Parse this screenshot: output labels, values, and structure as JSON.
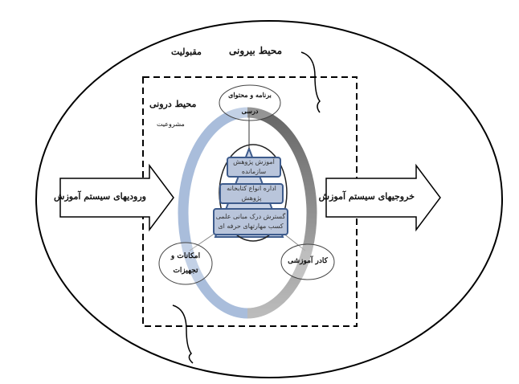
{
  "outer": {
    "title": "محیط بیرونی",
    "acceptance": "مقبولیت"
  },
  "inner": {
    "title": "محیط درونی",
    "legitimacy": "مشروعیت"
  },
  "nodes": {
    "curriculum": "برنامه و محتوای درسی",
    "facilities": "امکانات و تجهیزات",
    "staff": "کادر آموزشی"
  },
  "pyramid": [
    "آموزش پژوهش سازمانده",
    "اداره انواع کتابخانه پژوهش",
    "گسترش درک مبانی علمی کسب مهارتهای حرفه ای"
  ],
  "arrows": {
    "inputs": "ورودیهای سیستم آموزش",
    "outputs": "خروجیهای سیستم آموزش"
  },
  "colors": {
    "ring_left": "#a9bddb",
    "ring_right": "#6e6e6e",
    "box_fill": "#b9c5db",
    "box_border": "#3d5b8c"
  }
}
